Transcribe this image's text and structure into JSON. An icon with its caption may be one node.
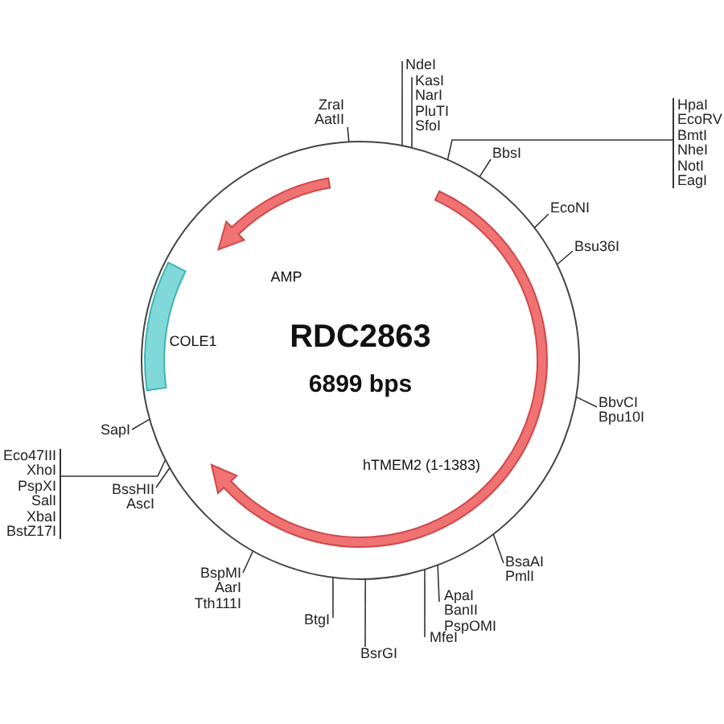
{
  "diagram": {
    "nodes": [
      {
        "text": [],
        "shape": "circle"
      },
      {
        "text": [
          "ZraI",
          "AatII"
        ]
      },
      {
        "text": [
          "NdeI"
        ]
      },
      {
        "text": [
          "KasI",
          "NarI",
          "PluTI",
          "SfoI"
        ]
      },
      {
        "text": [
          "HpaI",
          "EcoRV",
          "BmtI",
          "NheI",
          "NotI",
          "EagI"
        ]
      },
      {
        "text": [
          "BbsI"
        ]
      },
      {
        "text": [
          "EcoNI"
        ]
      },
      {
        "text": [
          "Bsu36I"
        ]
      },
      {
        "text": [
          "BbvCI",
          "Bpu10I"
        ]
      },
      {
        "text": [
          "BsaAI",
          "PmlI"
        ]
      },
      {
        "text": [
          "ApaI",
          "BanII",
          "PspOMI"
        ]
      },
      {
        "text": [
          "MfeI"
        ]
      },
      {
        "text": [
          "BsrGI"
        ]
      },
      {
        "text": [
          "BtgI"
        ]
      },
      {
        "text": [
          "BspMI",
          "AarI",
          "Tth111I"
        ]
      },
      {
        "text": [
          "BssHII",
          "AscI"
        ]
      },
      {
        "text": [
          "Eco47III",
          "XhoI",
          "PspXI",
          "SalI",
          "XbaI",
          "BstZ17I"
        ]
      },
      {
        "text": [
          "SapI"
        ]
      }
    ],
    "edges": [
      {
        "from": 1,
        "to": 0,
        "arrow": "none"
      },
      {
        "from": 2,
        "to": 0,
        "arrow": "none"
      },
      {
        "from": 3,
        "to": 0,
        "arrow": "none"
      },
      {
        "from": 4,
        "to": 0,
        "arrow": "none"
      },
      {
        "from": 5,
        "to": 0,
        "arrow": "none"
      },
      {
        "from": 6,
        "to": 0,
        "arrow": "none"
      },
      {
        "from": 7,
        "to": 0,
        "arrow": "none"
      },
      {
        "from": 8,
        "to": 0,
        "arrow": "none"
      },
      {
        "from": 9,
        "to": 0,
        "arrow": "none"
      },
      {
        "from": 10,
        "to": 0,
        "arrow": "none"
      },
      {
        "from": 11,
        "to": 0,
        "arrow": "none"
      },
      {
        "from": 12,
        "to": 0,
        "arrow": "none"
      },
      {
        "from": 13,
        "to": 0,
        "arrow": "none"
      },
      {
        "from": 14,
        "to": 0,
        "arrow": "none"
      },
      {
        "from": 15,
        "to": 0,
        "arrow": "none"
      },
      {
        "from": 16,
        "to": 0,
        "arrow": "none"
      },
      {
        "from": 17,
        "to": 0,
        "arrow": "none"
      }
    ],
    "labels": [
      "RDC2863",
      "6899 bps",
      "AMP",
      "COLE1",
      "hTMEM2 (1-1383)"
    ]
  }
}
